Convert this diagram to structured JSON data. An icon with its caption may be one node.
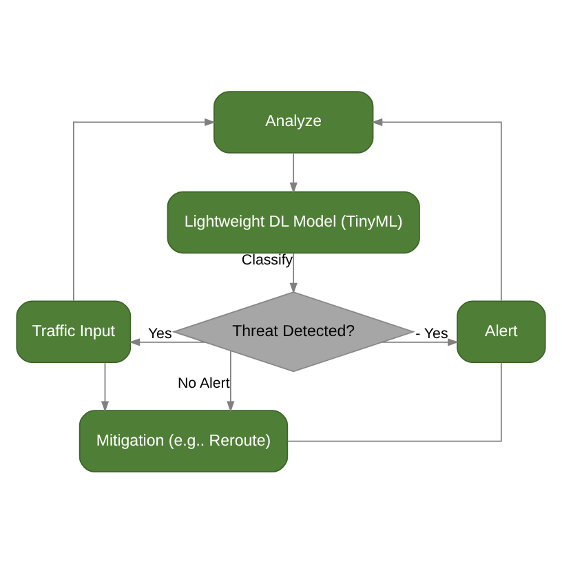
{
  "diagram": {
    "nodes": [
      {
        "text": [
          "Analyze"
        ]
      },
      {
        "text": [
          "Lightweight DL Model (TinyML)"
        ]
      },
      {
        "text": [
          "Traffic Input"
        ]
      },
      {
        "text": [
          "Threat Detected?"
        ]
      },
      {
        "text": [
          "Alert"
        ]
      },
      {
        "text": [
          "Mitigation (e.g.. Reroute)"
        ]
      }
    ],
    "edges": [
      {
        "from": 0,
        "to": 1,
        "arrow": "to"
      },
      {
        "from": 1,
        "to": 3,
        "arrow": "to",
        "label": "Classify"
      },
      {
        "from": 3,
        "to": 2,
        "arrow": "to",
        "label": "Yes"
      },
      {
        "from": 3,
        "to": 4,
        "arrow": "to",
        "label": "- Yes"
      },
      {
        "from": 3,
        "to": 5,
        "arrow": "to",
        "label": "No Alert"
      },
      {
        "from": 2,
        "to": 0,
        "arrow": "to"
      },
      {
        "from": 2,
        "to": 5,
        "arrow": "to"
      },
      {
        "from": 5,
        "to": 4,
        "arrow": "none"
      },
      {
        "from": 4,
        "to": 0,
        "arrow": "to"
      }
    ]
  }
}
